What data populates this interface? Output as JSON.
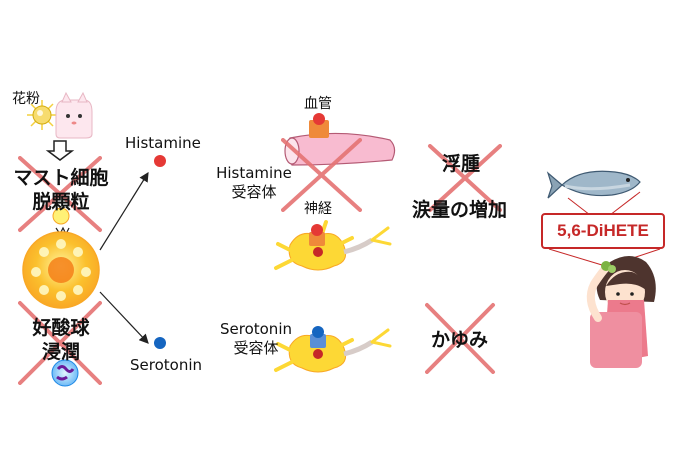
{
  "labels": {
    "pollen": "花粉",
    "mast_cell_degranulation_line1": "マスト細胞",
    "mast_cell_degranulation_line2": "脱顆粒",
    "eosinophil_line1": "好酸球",
    "eosinophil_line2": "浸潤",
    "histamine": "Histamine",
    "serotonin": "Serotonin",
    "histamine_receptor_line1": "Histamine",
    "histamine_receptor_line2": "受容体",
    "serotonin_receptor_line1": "Serotonin",
    "serotonin_receptor_line2": "受容体",
    "blood_vessel": "血管",
    "nerve": "神経",
    "edema": "浮腫",
    "tear_increase": "涙量の増加",
    "itch": "かゆみ",
    "compound": "5,6-DiHETE"
  },
  "colors": {
    "cross": "#e57373",
    "histamine_dot": "#e53935",
    "serotonin_dot": "#1565c0",
    "callout": "#c62828",
    "neuron": "#fdd835",
    "vessel": "#f8bbd0",
    "receptor": "#ef8a3a",
    "receptor_blue": "#5b8fd6",
    "mast_cell": "#f9a825"
  },
  "icons": {
    "pollen": "pollen-flower-icon",
    "mast_cell": "mast-cell-icon",
    "eosinophil": "eosinophil-icon",
    "neuron": "neuron-icon",
    "vessel": "blood-vessel-icon",
    "fish": "fish-icon",
    "person": "eyedrop-person-icon"
  }
}
